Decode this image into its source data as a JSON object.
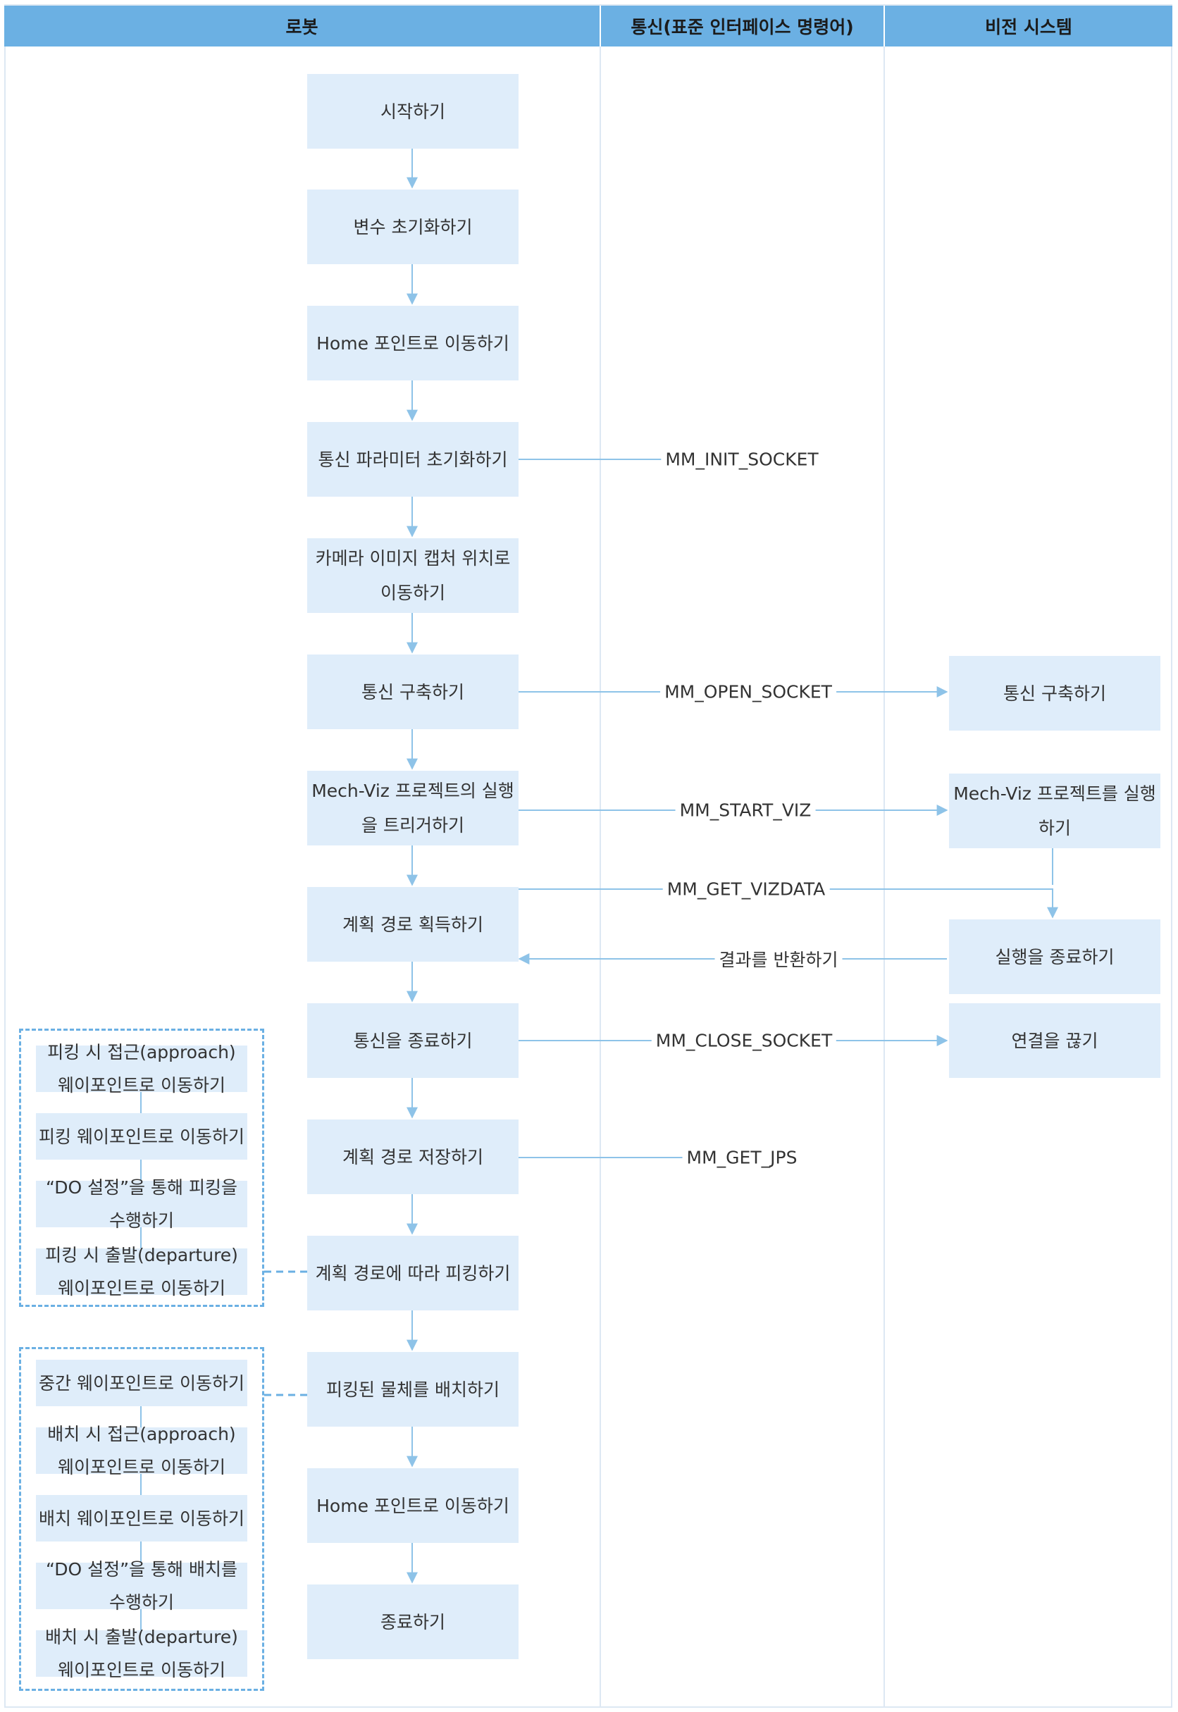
{
  "columns": {
    "robot": "로봇",
    "comm": "통신(표준 인터페이스 명령어)",
    "vision": "비전 시스템"
  },
  "robot_steps": [
    "시작하기",
    "변수 초기화하기",
    "Home 포인트로 이동하기",
    "통신 파라미터 초기화하기",
    "카메라 이미지 캡처 위치로 이동하기",
    "통신 구축하기",
    "Mech-Viz 프로젝트의 실행을 트리거하기",
    "계획 경로 획득하기",
    "통신을 종료하기",
    "계획 경로 저장하기",
    "계획 경로에 따라 피킹하기",
    "피킹된 물체를 배치하기",
    "Home 포인트로 이동하기",
    "종료하기"
  ],
  "vision_steps": [
    "통신 구축하기",
    "Mech-Viz 프로젝트를 실행하기",
    "실행을 종료하기",
    "연결을 끊기"
  ],
  "messages": {
    "init_socket": "MM_INIT_SOCKET",
    "open_socket": "MM_OPEN_SOCKET",
    "start_viz": "MM_START_VIZ",
    "get_vizdata": "MM_GET_VIZDATA",
    "return_result": "결과를 반환하기",
    "close_socket": "MM_CLOSE_SOCKET",
    "get_jps": "MM_GET_JPS"
  },
  "picking_group": [
    "피킹 시 접근(approach) 웨이포인트로 이동하기",
    "피킹 웨이포인트로 이동하기",
    "“DO 설정”을 통해 피킹을 수행하기",
    "피킹 시 출발(departure) 웨이포인트로 이동하기"
  ],
  "placing_group": [
    "중간 웨이포인트로 이동하기",
    "배치 시 접근(approach) 웨이포인트로 이동하기",
    "배치 웨이포인트로 이동하기",
    "“DO 설정”을 통해 배치를 수행하기",
    "배치 시 출발(departure) 웨이포인트로 이동하기"
  ],
  "colors": {
    "header": "#6bb0e3",
    "box": "#dfedfa",
    "arrow": "#8ec3e8",
    "dashed": "#6bb0e3"
  }
}
